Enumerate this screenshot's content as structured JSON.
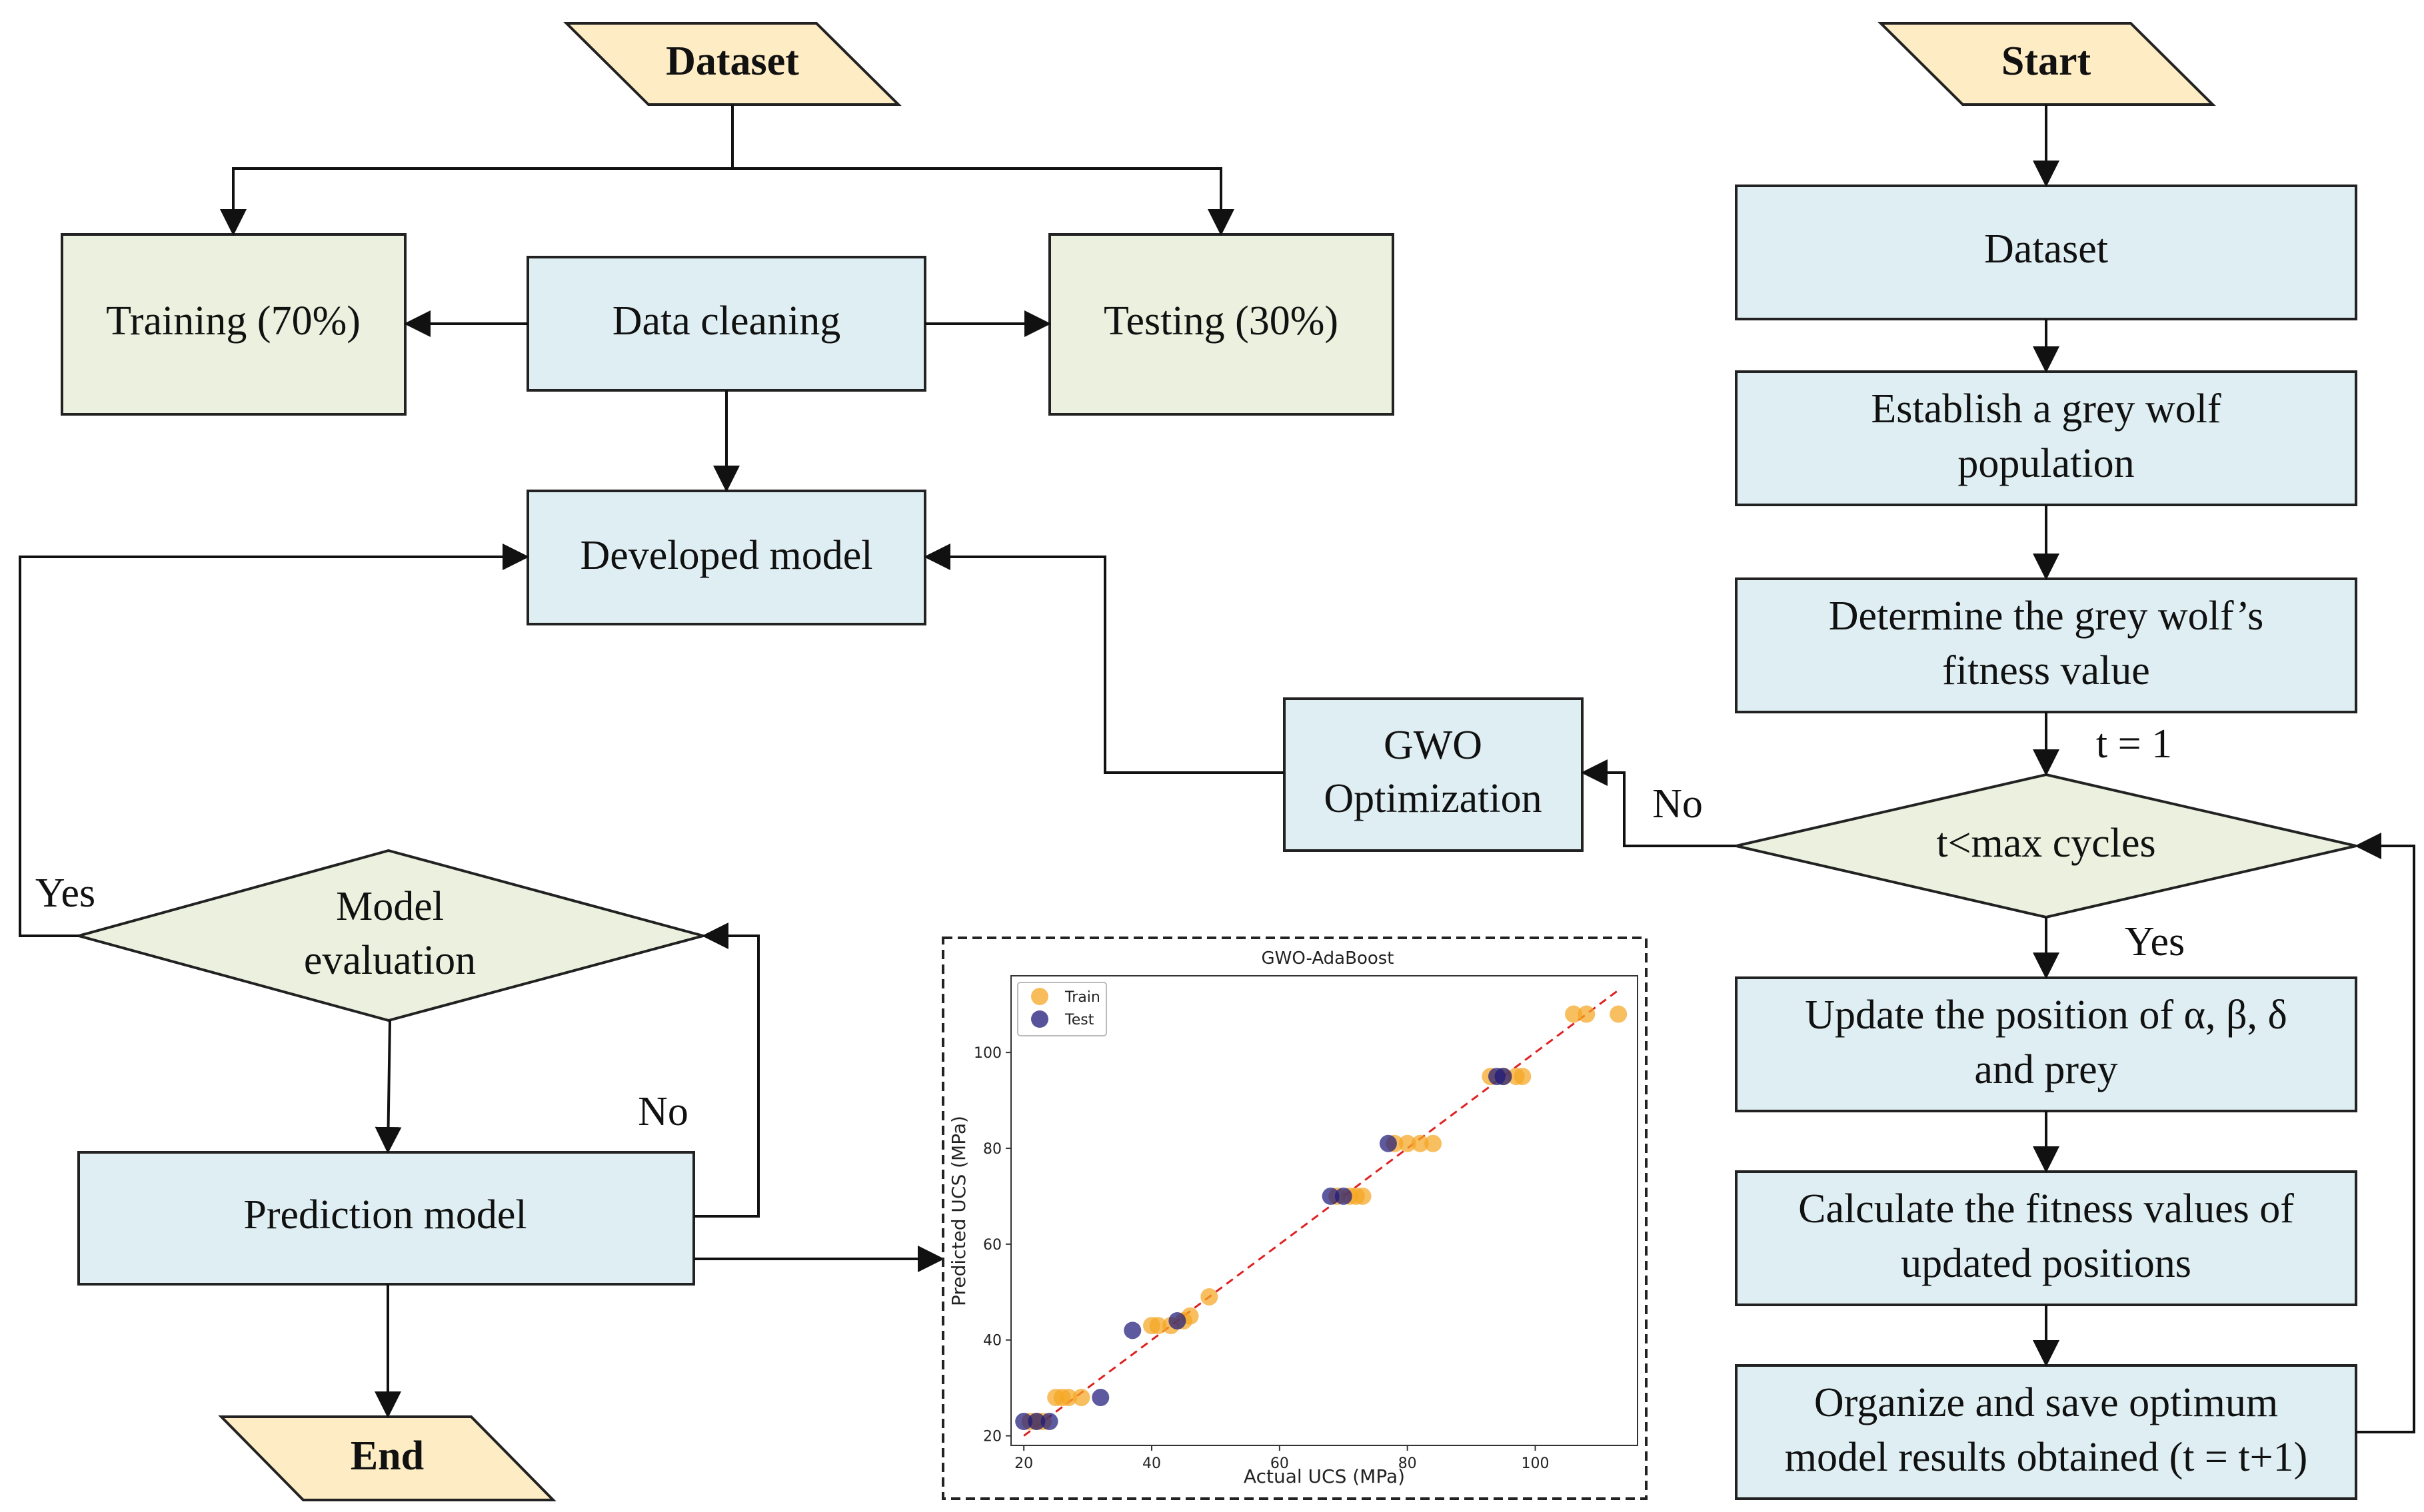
{
  "colors": {
    "io_fill": "#fdecc4",
    "process_fill": "#deeef2",
    "data_fill": "#ebf1de",
    "decision_fill": "#ebf1de",
    "line": "#111111",
    "train_color": "#f5a623",
    "test_color": "#1f1a7a",
    "fit_line": "#e02020"
  },
  "left_flow": {
    "dataset": "Dataset",
    "training": "Training  (70%)",
    "data_cleaning": "Data cleaning",
    "testing": "Testing  (30%)",
    "developed_model": "Developed model",
    "gwo_line1": "GWO",
    "gwo_line2": "Optimization",
    "model_eval_line1": "Model",
    "model_eval_line2": "evaluation",
    "prediction_model": "Prediction model",
    "end": "End",
    "yes": "Yes",
    "no": "No"
  },
  "right_flow": {
    "start": "Start",
    "dataset": "Dataset",
    "establish_line1": "Establish a grey wolf",
    "establish_line2": "population",
    "determine_line1": "Determine the grey wolf’s",
    "determine_line2": "fitness value",
    "t_init": "t = 1",
    "decision": "t<max cycles",
    "no": "No",
    "yes": "Yes",
    "update_line1": "Update the position of α, β, δ",
    "update_line2": "and prey",
    "calc_line1": "Calculate the fitness values of",
    "calc_line2": "updated positions",
    "organize_line1": "Organize and save optimum",
    "organize_line2": "model results obtained (t = t+1)"
  },
  "chart_data": {
    "type": "scatter",
    "title": "GWO-AdaBoost",
    "xlabel": "Actual UCS (MPa)",
    "ylabel": "Predicted UCS (MPa)",
    "xlim": [
      18,
      116
    ],
    "ylim": [
      18,
      116
    ],
    "xticks": [
      20,
      40,
      60,
      80,
      100
    ],
    "yticks": [
      20,
      40,
      60,
      80,
      100
    ],
    "legend_position": "top-left",
    "series": [
      {
        "name": "Train",
        "color": "#f5a623",
        "points": [
          [
            21,
            23
          ],
          [
            22,
            23
          ],
          [
            23,
            23
          ],
          [
            25,
            28
          ],
          [
            26,
            28
          ],
          [
            27,
            28
          ],
          [
            29,
            28
          ],
          [
            40,
            43
          ],
          [
            41,
            43
          ],
          [
            43,
            43
          ],
          [
            45,
            44
          ],
          [
            46,
            45
          ],
          [
            49,
            49
          ],
          [
            69,
            70
          ],
          [
            71,
            70
          ],
          [
            72,
            70
          ],
          [
            73,
            70
          ],
          [
            78,
            81
          ],
          [
            80,
            81
          ],
          [
            82,
            81
          ],
          [
            84,
            81
          ],
          [
            93,
            95
          ],
          [
            95,
            95
          ],
          [
            97,
            95
          ],
          [
            98,
            95
          ],
          [
            106,
            108
          ],
          [
            108,
            108
          ],
          [
            113,
            108
          ]
        ]
      },
      {
        "name": "Test",
        "color": "#1f1a7a",
        "points": [
          [
            20,
            23
          ],
          [
            22,
            23
          ],
          [
            24,
            23
          ],
          [
            32,
            28
          ],
          [
            37,
            42
          ],
          [
            44,
            44
          ],
          [
            68,
            70
          ],
          [
            70,
            70
          ],
          [
            77,
            81
          ],
          [
            94,
            95
          ],
          [
            95,
            95
          ]
        ]
      }
    ],
    "fit_line": [
      [
        20,
        20
      ],
      [
        113,
        113
      ]
    ],
    "legend": [
      "Train",
      "Test"
    ]
  }
}
